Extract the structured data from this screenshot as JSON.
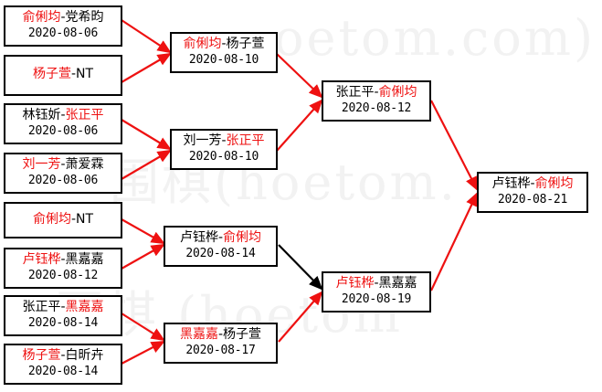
{
  "diagram": {
    "type": "single-elimination-bracket",
    "accent_win_color": "#ee1111",
    "box_border_color": "#000000",
    "edge_colors": {
      "primary": "#ee1111",
      "secondary": "#000000"
    },
    "background": "#ffffff"
  },
  "watermark": {
    "line_a": "oetom.com)",
    "line_b": "围棋(hoetom.",
    "line_c": "围棋 (hoetom"
  },
  "rounds": [
    {
      "name": "round-1",
      "matches": [
        {
          "id": "r1m1",
          "left": "俞俐均",
          "right": "党希昀",
          "dash": "-",
          "winner": "left",
          "date": "2020-08-06"
        },
        {
          "id": "r1m2",
          "left": "杨子萱",
          "right": "NT",
          "dash": "-",
          "winner": "left",
          "date": ""
        },
        {
          "id": "r1m3",
          "left": "林钰妡",
          "right": "张正平",
          "dash": "-",
          "winner": "right",
          "date": "2020-08-06"
        },
        {
          "id": "r1m4",
          "left": "刘一芳",
          "right": "萧爱霖",
          "dash": "-",
          "winner": "left",
          "date": "2020-08-06"
        },
        {
          "id": "r1m5",
          "left": "俞俐均",
          "right": "NT",
          "dash": "-",
          "winner": "left",
          "date": ""
        },
        {
          "id": "r1m6",
          "left": "卢钰桦",
          "right": "黑嘉嘉",
          "dash": "-",
          "winner": "left",
          "date": "2020-08-12"
        },
        {
          "id": "r1m7",
          "left": "张正平",
          "right": "黑嘉嘉",
          "dash": "-",
          "winner": "right",
          "date": "2020-08-14"
        },
        {
          "id": "r1m8",
          "left": "杨子萱",
          "right": "白昕卉",
          "dash": "-",
          "winner": "left",
          "date": "2020-08-14"
        }
      ]
    },
    {
      "name": "round-2",
      "matches": [
        {
          "id": "r2m1",
          "left": "俞俐均",
          "right": "杨子萱",
          "dash": "-",
          "winner": "left",
          "date": "2020-08-10"
        },
        {
          "id": "r2m2",
          "left": "刘一芳",
          "right": "张正平",
          "dash": "-",
          "winner": "right",
          "date": "2020-08-10"
        },
        {
          "id": "r2m3",
          "left": "卢钰桦",
          "right": "俞俐均",
          "dash": "-",
          "winner": "right",
          "date": "2020-08-14"
        },
        {
          "id": "r2m4",
          "left": "黑嘉嘉",
          "right": "杨子萱",
          "dash": "-",
          "winner": "left",
          "date": "2020-08-17"
        }
      ]
    },
    {
      "name": "round-3",
      "matches": [
        {
          "id": "r3m1",
          "left": "张正平",
          "right": "俞俐均",
          "dash": "-",
          "winner": "right",
          "date": "2020-08-12"
        },
        {
          "id": "r3m2",
          "left": "卢钰桦",
          "right": "黑嘉嘉",
          "dash": "-",
          "winner": "left",
          "date": "2020-08-19"
        }
      ]
    },
    {
      "name": "final",
      "matches": [
        {
          "id": "r4m1",
          "left": "卢钰桦",
          "right": "俞俐均",
          "dash": "-",
          "winner": "right",
          "date": "2020-08-21"
        }
      ]
    }
  ]
}
